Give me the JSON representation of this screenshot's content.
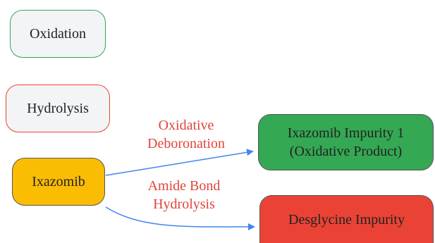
{
  "colors": {
    "oxidation_border": "#34a853",
    "hydrolysis_border": "#ea4335",
    "ixazomib_fill": "#fbbc04",
    "impurity1_fill": "#34a853",
    "desglycine_fill": "#ea4335",
    "legend_fill": "#f3f4f6",
    "edge_stroke": "#4285f4",
    "edge_label": "#e0443a",
    "node_border": "#555555"
  },
  "legend": {
    "oxidation": "Oxidation",
    "hydrolysis": "Hydrolysis"
  },
  "nodes": {
    "ixazomib": "Ixazomib",
    "impurity1": "Ixazomib Impurity 1\n(Oxidative Product)",
    "desglycine": "Desglycine Impurity"
  },
  "edges": {
    "oxidative": "Oxidative\nDeboronation",
    "hydrolysis": "Amide Bond\nHydrolysis"
  }
}
